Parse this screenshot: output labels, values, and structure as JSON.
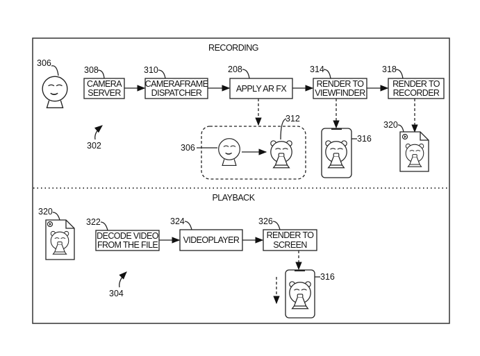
{
  "sections": {
    "recording": "RECORDING",
    "playback": "PLAYBACK"
  },
  "recording": {
    "ref_main": "302",
    "user": {
      "ref": "306"
    },
    "boxes": [
      {
        "ref": "308",
        "line1": "CAMERA",
        "line2": "SERVER"
      },
      {
        "ref": "310",
        "line1": "CAMERAFRAME",
        "line2": "DISPATCHER"
      },
      {
        "ref": "208",
        "line1": "APPLY AR FX",
        "line2": ""
      },
      {
        "ref": "314",
        "line1": "RENDER TO",
        "line2": "VIEWFINDER"
      },
      {
        "ref": "318",
        "line1": "RENDER TO",
        "line2": "RECORDER"
      }
    ],
    "effect_group": {
      "ref_original": "306",
      "ref_effect": "312"
    },
    "viewfinder_device": {
      "ref": "316"
    },
    "recorded_file": {
      "ref": "320"
    }
  },
  "playback": {
    "ref_main": "304",
    "source_file": {
      "ref": "320"
    },
    "boxes": [
      {
        "ref": "322",
        "line1": "DECODE VIDEO",
        "line2": "FROM THE FILE"
      },
      {
        "ref": "324",
        "line1": "VIDEOPLAYER",
        "line2": ""
      },
      {
        "ref": "326",
        "line1": "RENDER TO",
        "line2": "SCREEN"
      }
    ],
    "screen_device": {
      "ref": "316"
    }
  }
}
